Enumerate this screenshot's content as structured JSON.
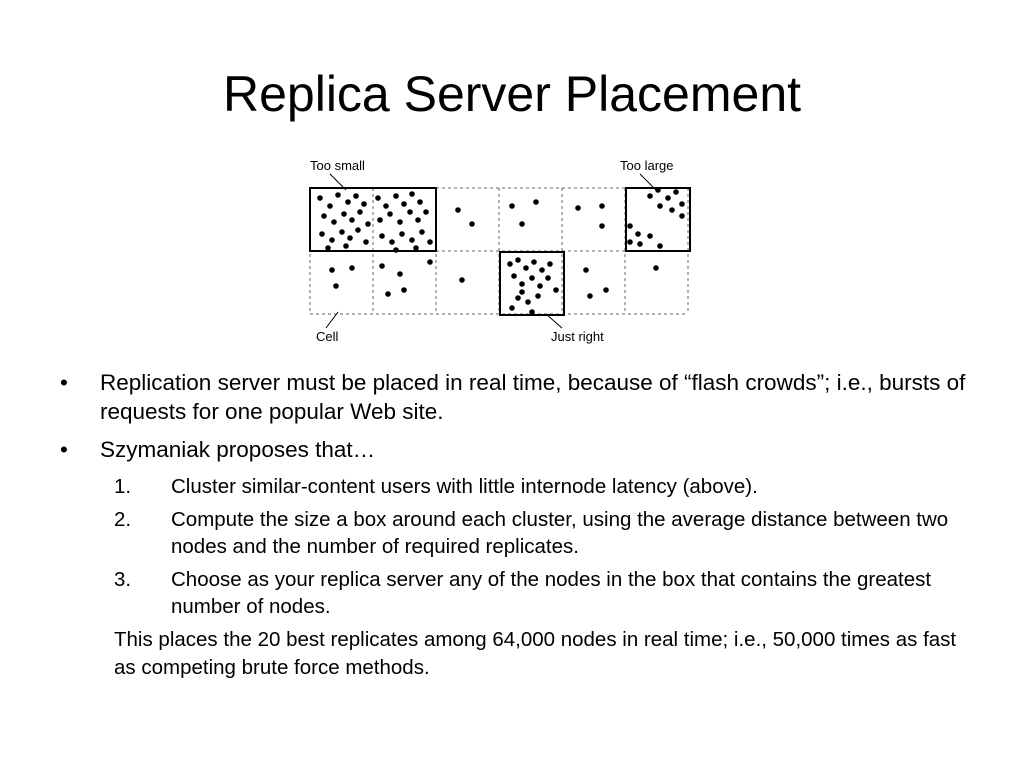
{
  "slide": {
    "title": "Replica Server Placement"
  },
  "figure": {
    "label_too_small": "Too small",
    "label_too_large": "Too large",
    "label_cell": "Cell",
    "label_just_right": "Just right"
  },
  "bullets": [
    {
      "text": "Replication server must be placed in real time, because of “flash crowds”; i.e., bursts of requests for one popular Web site."
    },
    {
      "text": "Szymaniak proposes that…"
    }
  ],
  "steps": [
    {
      "num": "1.",
      "text": "Cluster similar-content users with little internode latency (above)."
    },
    {
      "num": "2.",
      "text": "Compute the size a box around each cluster, using the average distance between two nodes and the number of required replicates."
    },
    {
      "num": "3.",
      "text": "Choose as your replica server any of the nodes in the box that contains the greatest number of nodes."
    }
  ],
  "conclusion": "This places the 20 best replicates among 64,000 nodes in real time; i.e., 50,000 times as fast as competing brute force methods.",
  "bullet_symbol": "•"
}
